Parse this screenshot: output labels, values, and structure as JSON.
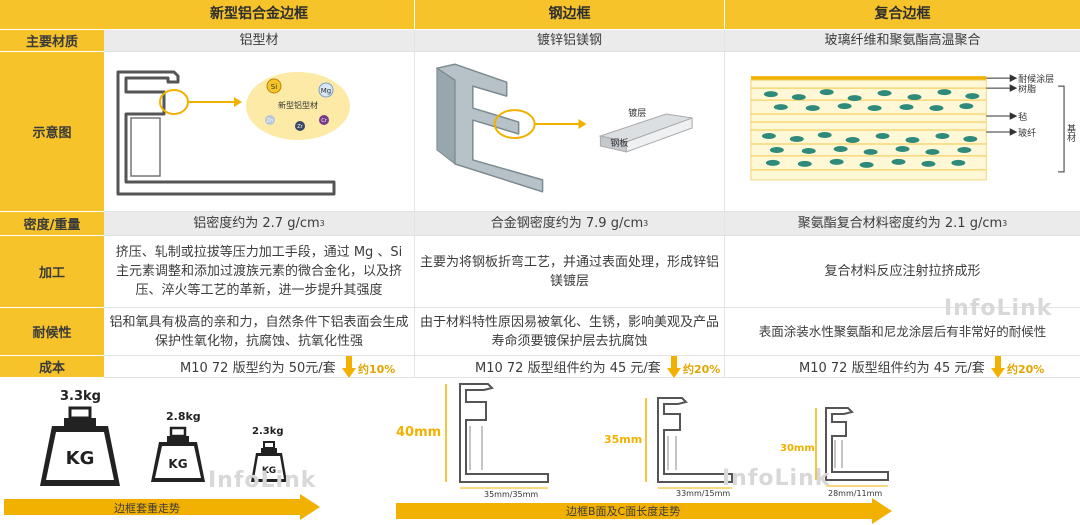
{
  "header": {
    "col1": "新型铝合金边框",
    "col2": "钢边框",
    "col3": "复合边框"
  },
  "rows": {
    "material": {
      "label": "主要材质",
      "c1": "铝型材",
      "c2": "镀锌铝镁钢",
      "c3": "玻璃纤维和聚氨酯高温聚合"
    },
    "diagram": {
      "label": "示意图",
      "alu": {
        "elements": [
          "Si",
          "Mg",
          "Zn",
          "Zr",
          "Cr"
        ],
        "caption": "新型铝型材"
      },
      "steel": {
        "coating": "镀层",
        "plate": "钢板"
      },
      "composite": {
        "layers": [
          "耐候涂层",
          "树脂",
          "毡",
          "玻纤"
        ],
        "substrate": "基材"
      }
    },
    "density": {
      "label": "密度/重量",
      "c1_pre": "铝密度约为 2.7 g/cm",
      "c2_pre": "合金钢密度约为 7.9 g/cm",
      "c3_pre": "聚氨酯复合材料密度约为 2.1 g/cm",
      "exp": "3"
    },
    "process": {
      "label": "加工",
      "c1": "挤压、轧制或拉拔等压力加工手段，通过 Mg 、Si 主元素调整和添加过渡族元素的微合金化，以及挤压、淬火等工艺的革新，进一步提升其强度",
      "c2": "主要为将钢板折弯工艺，并通过表面处理，形成锌铝镁镀层",
      "c3": "复合材料反应注射拉挤成形"
    },
    "weather": {
      "label": "耐候性",
      "c1": "铝和氧具有极高的亲和力，自然条件下铝表面会生成保护性氧化物，抗腐蚀、抗氧化性强",
      "c2": "由于材料特性原因易被氧化、生锈，影响美观及产品寿命须要镀保护层去抗腐蚀",
      "c3": "表面涂装水性聚氨酯和尼龙涂层后有非常好的耐候性"
    },
    "cost": {
      "label": "成本",
      "c1": "M10 72 版型约为 50元/套",
      "c1_pct": "约10%",
      "c2": "M10 72 版型组件约为 45 元/套",
      "c2_pct": "约20%",
      "c3": "M10 72 版型组件约为 45 元/套",
      "c3_pct": "约20%"
    }
  },
  "watermark": "InfoLink",
  "bottom": {
    "weights": [
      "3.3kg",
      "2.8kg",
      "2.3kg"
    ],
    "kg_label": "KG",
    "weight_trend": "边框套重走势",
    "heights": [
      "40mm",
      "35mm",
      "30mm"
    ],
    "bases": [
      "35mm/35mm",
      "33mm/15mm",
      "28mm/11mm"
    ],
    "length_trend": "边框B面及C面长度走势"
  },
  "colors": {
    "yellow": "#f6c42a",
    "arrow": "#f2b100",
    "gray_row": "#ebebeb"
  }
}
